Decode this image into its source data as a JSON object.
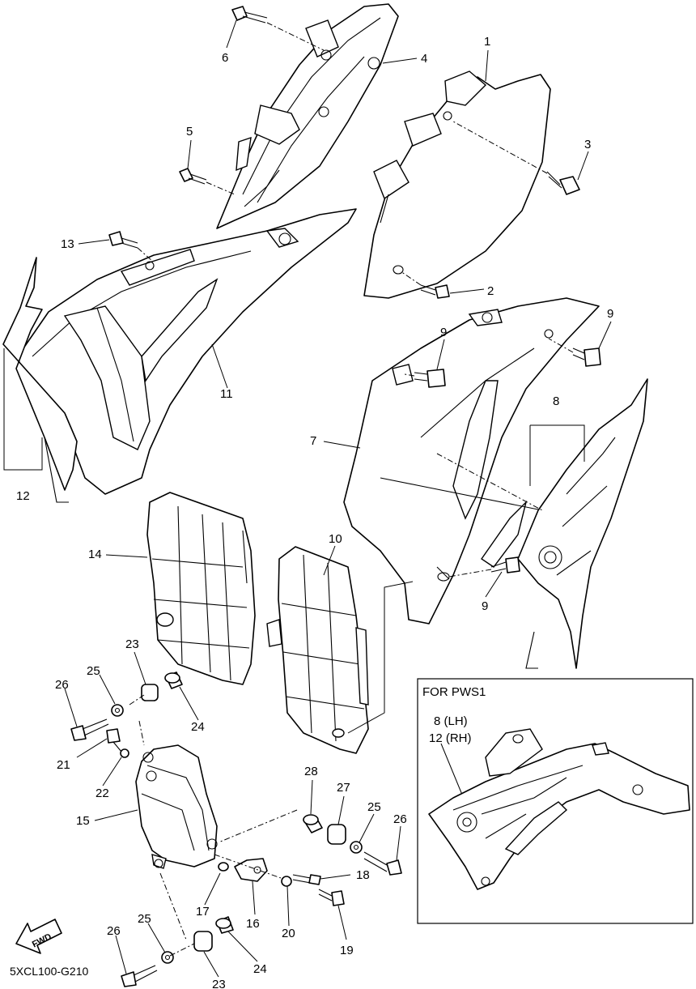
{
  "diagram": {
    "code": "5XCL100-G210",
    "fwd_label": "FWD",
    "inset": {
      "title": "FOR PWS1",
      "label_8": "8  (LH)",
      "label_12": "12 (RH)"
    },
    "callouts": {
      "n1": "1",
      "n2": "2",
      "n3": "3",
      "n4": "4",
      "n5": "5",
      "n6": "6",
      "n7": "7",
      "n8": "8",
      "n9a": "9",
      "n9b": "9",
      "n9c": "9",
      "n10": "10",
      "n11": "11",
      "n12": "12",
      "n13": "13",
      "n14": "14",
      "n15": "15",
      "n16": "16",
      "n17": "17",
      "n18": "18",
      "n19": "19",
      "n20": "20",
      "n21": "21",
      "n22": "22",
      "n23a": "23",
      "n23b": "23",
      "n24a": "24",
      "n24b": "24",
      "n25a": "25",
      "n25b": "25",
      "n25c": "25",
      "n26a": "26",
      "n26b": "26",
      "n26c": "26",
      "n27": "27",
      "n28": "28"
    }
  }
}
